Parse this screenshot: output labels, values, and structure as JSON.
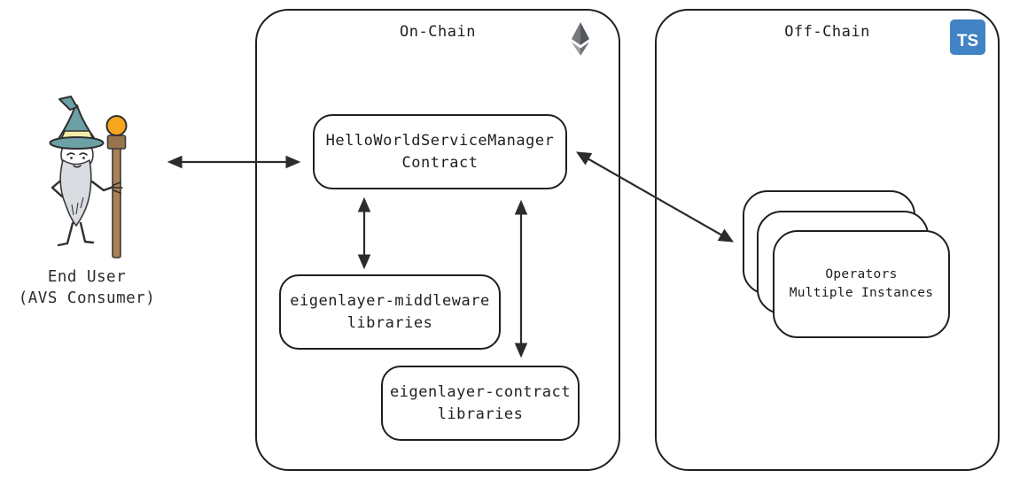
{
  "end_user": {
    "line1": "End User",
    "line2": "(AVS Consumer)"
  },
  "on_chain": {
    "title": "On-Chain",
    "icon": "ethereum-icon",
    "service_manager": {
      "line1": "HelloWorldServiceManager",
      "line2": "Contract"
    },
    "middleware": {
      "line1": "eigenlayer-middleware",
      "line2": "libraries"
    },
    "contract_libs": {
      "line1": "eigenlayer-contract",
      "line2": "libraries"
    }
  },
  "off_chain": {
    "title": "Off-Chain",
    "icon": "typescript-icon",
    "ts_badge": "TS",
    "operators": {
      "line1": "Operators",
      "line2": "Multiple Instances"
    }
  },
  "connections": [
    {
      "from": "end-user",
      "to": "service-manager-contract",
      "type": "double-headed-arrow"
    },
    {
      "from": "service-manager-contract",
      "to": "eigenlayer-middleware-libraries",
      "type": "double-headed-arrow"
    },
    {
      "from": "service-manager-contract",
      "to": "eigenlayer-contract-libraries",
      "type": "double-headed-arrow"
    },
    {
      "from": "service-manager-contract",
      "to": "operators",
      "type": "double-headed-arrow"
    }
  ],
  "colors": {
    "stroke": "#1f1f1f",
    "arrow": "#2b2b2b",
    "ts_blue": "#4183C4",
    "hat_teal": "#6BA0A5",
    "band_yellow": "#F2EDA8",
    "orb_orange": "#F6A51C",
    "staff_brown": "#AB8155",
    "staff_cap_brown": "#96754E",
    "beard_gray": "#D9DDE2"
  }
}
